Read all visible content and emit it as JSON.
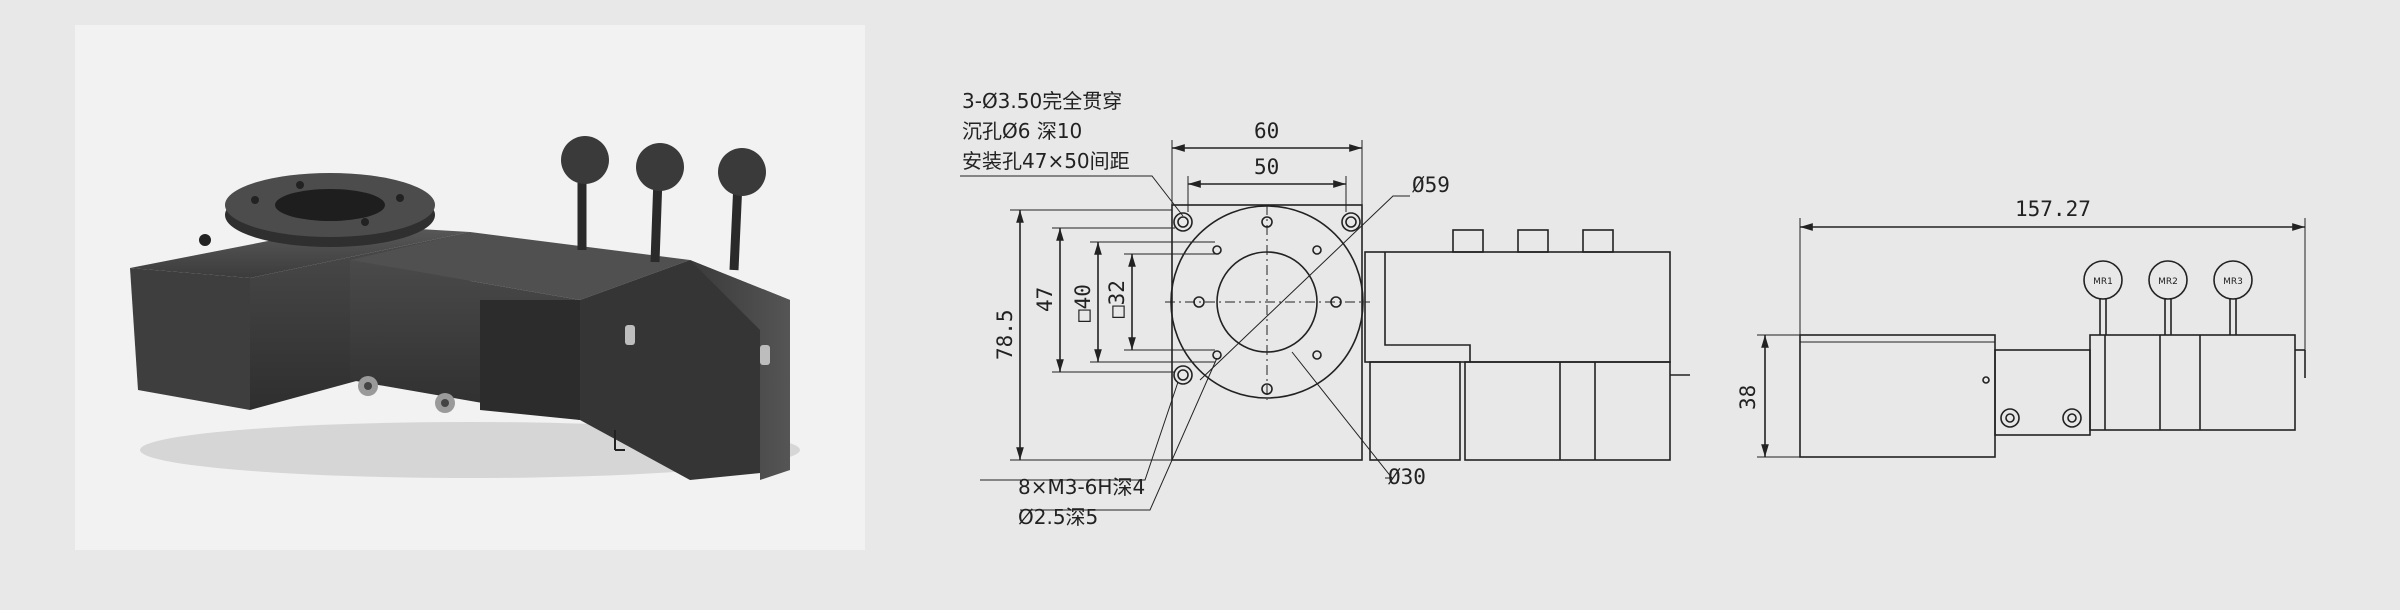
{
  "photo": {
    "caption": "rotary stage product render"
  },
  "front_view": {
    "note_line1": "3-Ø3.50完全贯穿",
    "note_line2": "沉孔Ø6 深10",
    "note_line3": "安装孔47×50间距",
    "dim_60": "60",
    "dim_50": "50",
    "dim_59": "Ø59",
    "dim_78_5": "78.5",
    "dim_47": "47",
    "dim_sq40": "□40",
    "dim_sq32": "□32",
    "dim_30": "Ø30",
    "note_bottom1": "8×M3-6H深4",
    "note_bottom2": "Ø2.5深5"
  },
  "side_view": {
    "dim_157_27": "157.27",
    "dim_38": "38",
    "knob_labels": [
      "MR1",
      "MR2",
      "MR3"
    ]
  },
  "colors": {
    "background": "#e8e8e8",
    "line": "#222222",
    "photo_bg": "#f2f2f2",
    "metal_dark": "#3a3a3a"
  }
}
